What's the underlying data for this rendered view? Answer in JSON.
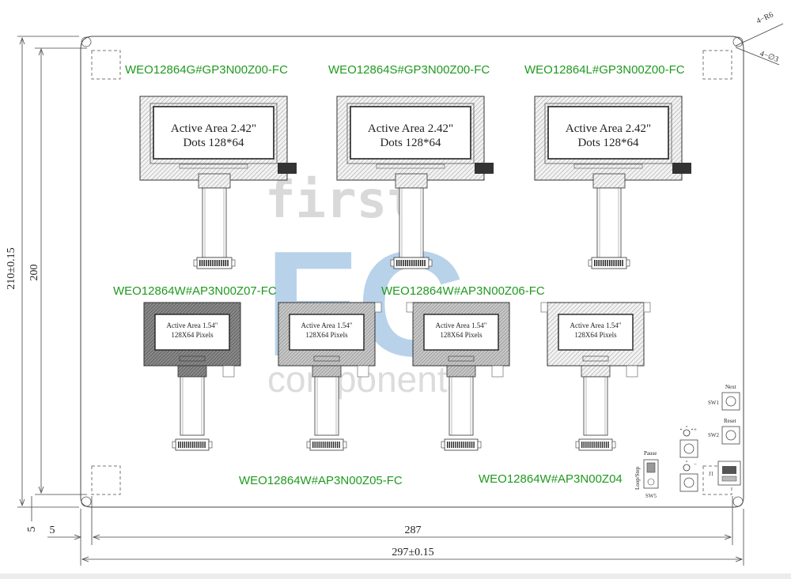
{
  "watermark": {
    "first": "first",
    "fc": "FC",
    "components": "components"
  },
  "dimensions": {
    "height_total": "210±0.15",
    "height_inner": "200",
    "width_inner": "287",
    "width_total": "297±0.15",
    "margin_left": "5",
    "margin_bottom": "5",
    "corner_radius": "4−R6",
    "hole_diameter": "4−∅3"
  },
  "large_modules": [
    {
      "part": "WEO12864G#GP3N00Z00-FC",
      "line1": "Active Area 2.42\"",
      "line2": "Dots 128*64",
      "shade": "light"
    },
    {
      "part": "WEO12864S#GP3N00Z00-FC",
      "line1": "Active Area 2.42\"",
      "line2": "Dots 128*64",
      "shade": "light"
    },
    {
      "part": "WEO12864L#GP3N00Z00-FC",
      "line1": "Active Area 2.42\"",
      "line2": "Dots 128*64",
      "shade": "light"
    }
  ],
  "small_modules": [
    {
      "line1": "Active Area 1.54\"",
      "line2": "128X64 Pixels",
      "shade": "dark"
    },
    {
      "line1": "Active Area 1.54\"",
      "line2": "128X64 Pixels",
      "shade": "medium"
    },
    {
      "line1": "Active Area 1.54\"",
      "line2": "128X64 Pixels",
      "shade": "medium"
    },
    {
      "line1": "Active Area 1.54\"",
      "line2": "128X64 Pixels",
      "shade": "light"
    }
  ],
  "small_labels": {
    "z07": "WEO12864W#AP3N00Z07-FC",
    "z06": "WEO12864W#AP3N00Z06-FC",
    "z05": "WEO12864W#AP3N00Z05-FC",
    "z04": "WEO12864W#AP3N00Z04"
  },
  "controls": {
    "next": "Next",
    "reset": "Reset",
    "pause": "Pause",
    "loop_step": "Loop/Step"
  }
}
